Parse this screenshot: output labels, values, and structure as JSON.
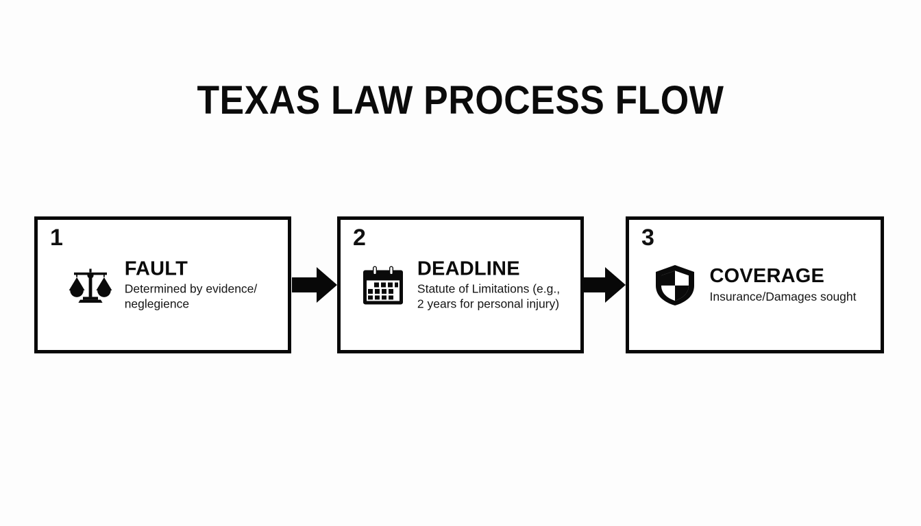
{
  "page": {
    "title": "TEXAS LAW PROCESS FLOW",
    "background_color": "#fdfdfd",
    "ink_color": "#0b0b0b"
  },
  "flow": {
    "arrow_1_name": "arrow-right-icon",
    "arrow_2_name": "arrow-right-icon",
    "steps": [
      {
        "number": "1",
        "icon": "scales-of-justice-icon",
        "heading": "FAULT",
        "description": "Determined by evidence/\nneglegience"
      },
      {
        "number": "2",
        "icon": "calendar-icon",
        "heading": "DEADLINE",
        "description": "Statute of Limitations (e.g.,\n2 years for personal injury)"
      },
      {
        "number": "3",
        "icon": "shield-icon",
        "heading": "COVERAGE",
        "description": "Insurance/Damages sought"
      }
    ]
  }
}
